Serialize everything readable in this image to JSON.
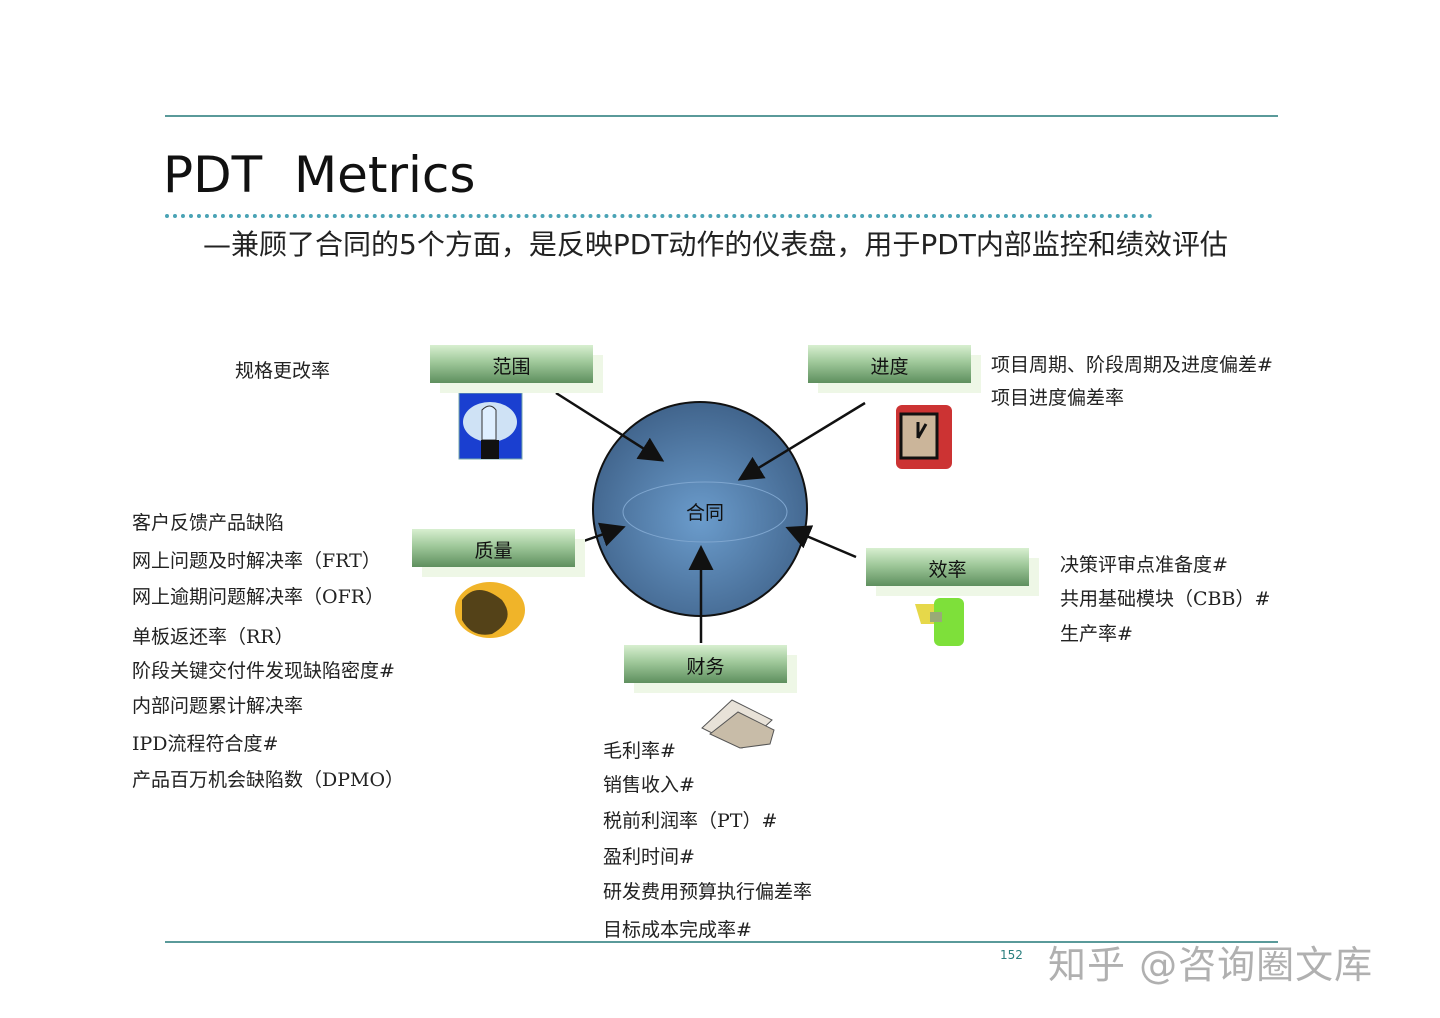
{
  "title": "PDT  Metrics",
  "subtitle": "—兼顾了合同的5个方面，是反映PDT动作的仪表盘，用于PDT内部监控和绩效评估",
  "center": "合同",
  "nodes": {
    "scope": {
      "label": "范围",
      "metrics": [
        "规格更改率"
      ]
    },
    "schedule": {
      "label": "进度",
      "metrics": [
        "项目周期、阶段周期及进度偏差#",
        "项目进度偏差率"
      ]
    },
    "quality": {
      "label": "质量",
      "metrics": [
        "客户反馈产品缺陷",
        "网上问题及时解决率（FRT）",
        "网上逾期问题解决率（OFR）",
        "单板返还率（RR）",
        "阶段关键交付件发现缺陷密度#",
        "内部问题累计解决率",
        "IPD流程符合度#",
        "产品百万机会缺陷数（DPMO）"
      ]
    },
    "efficiency": {
      "label": "效率",
      "metrics": [
        "决策评审点准备度#",
        "共用基础模块（CBB）#",
        "生产率#"
      ]
    },
    "finance": {
      "label": "财务",
      "metrics": [
        "毛利率#",
        "销售收入#",
        "税前利润率（PT）#",
        "盈利时间#",
        "研发费用预算执行偏差率",
        "目标成本完成率#"
      ]
    }
  },
  "page_number": "152",
  "watermark": "知乎 @咨询圈文库",
  "colors": {
    "rule": "#5a9a9a",
    "dots": "#4aa3b5",
    "circle": "#5b86b5",
    "box": "#9fc89a"
  }
}
